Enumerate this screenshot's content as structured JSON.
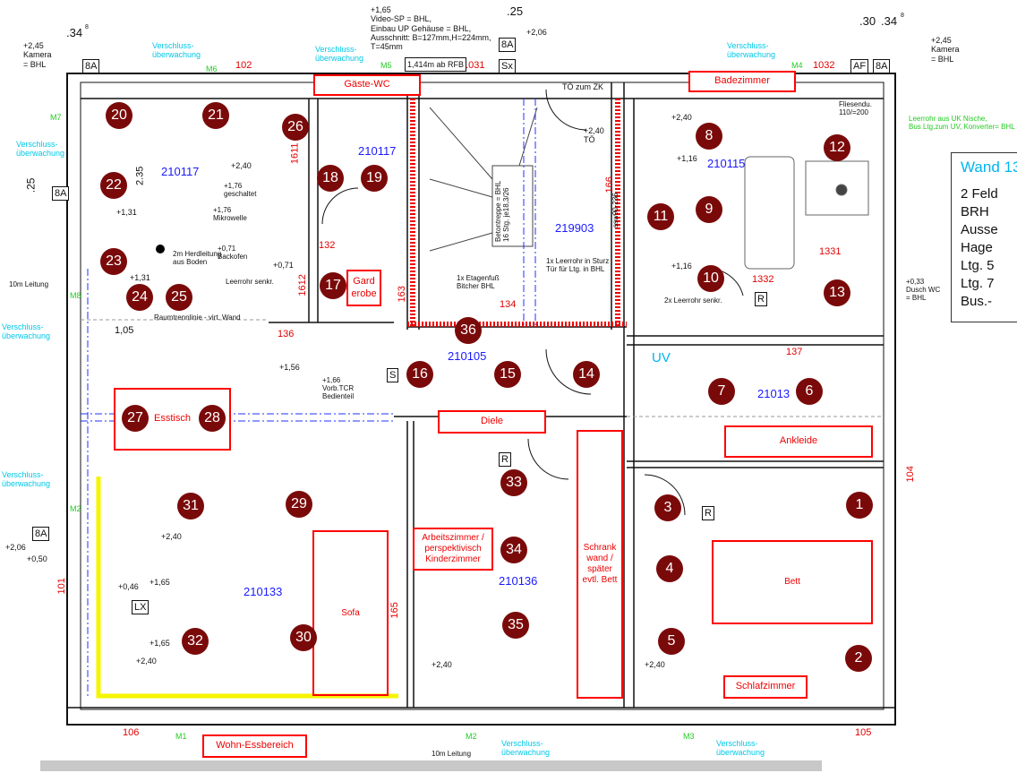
{
  "rooms": {
    "gaeste_wc": "Gäste-WC",
    "badezimmer": "Badezimmer",
    "garderobe": "Gard\nerobe",
    "esstisch": "Esstisch",
    "diele": "Diele",
    "ankleide": "Ankleide",
    "arbeitszimmer": "Arbeitszimmer /\nperspektivisch\nKinderzimmer",
    "schrank": "Schrank\nwand /\nspäter\nevtl. Bett",
    "bett": "Bett",
    "sofa": "Sofa",
    "schlafzimmer": "Schlafzimmer",
    "wohn_ess": "Wohn-Essbereich"
  },
  "room_codes": [
    "210117",
    "210117",
    "210115",
    "219903",
    "210105",
    "21013",
    "210133",
    "210136",
    "UV"
  ],
  "dimensions": [
    "102",
    "1031",
    "1032",
    "106",
    "105",
    "101",
    "104",
    "1,05",
    "2.35",
    ".34",
    "8",
    ".25",
    ".30",
    ".34",
    "8",
    ".25"
  ],
  "markers": [
    "20",
    "21",
    "26",
    "8",
    "12",
    "22",
    "18",
    "19",
    "11",
    "9",
    "23",
    "17",
    "10",
    "13",
    "24",
    "25",
    "36",
    "16",
    "15",
    "14",
    "7",
    "6",
    "27",
    "28",
    "33",
    "31",
    "29",
    "3",
    "1",
    "34",
    "4",
    "30",
    "32",
    "35",
    "5",
    "2"
  ],
  "motor_labels": [
    "M6",
    "M5",
    "M4",
    "M7",
    "M8",
    "M2",
    "M1",
    "M2",
    "M3"
  ],
  "verschluss": "Verschluss-\nüberwachung",
  "annotations": {
    "video": "+1,65\nVideo-SP = BHL,\nEinbau UP Gehäuse = BHL,\nAusschnitt: B=127mm,H=224mm,\nT=45mm",
    "rfb": "1,414m ab RFB",
    "plus206": "+2,06",
    "kamera_left": "+2,45\nKamera\n= BHL",
    "kamera_right": "+2,45\nKamera\n= BHL",
    "toe_zk": "TÖ zum ZK",
    "leerrohr_uk": "Leerrohr aus UK Nische,\nBus Ltg,zum UV, Konverter= BHL",
    "fliesendu": "Fliesendu.\n110/=200",
    "dusch": "+0,33\nDusch WC\n= BHL",
    "treppe": "Betontreppe = BHL\n16 Stg. je18,3/26",
    "sturz": "1x Leerrohr in Sturz\nTür für Ltg. in BHL",
    "herd": "2m Herdleitung\naus Boden",
    "raumtrenn": "Raumtrennlinie - virt. Wand",
    "leitung_left": "10m Leitung",
    "leitung_bottom": "10m Leitung",
    "tcr": "+1,66\nVorb.TCR\nBedienteil",
    "geschaltet": "+1,76\ngeschaltet",
    "mikrowelle": "+1,76\nMikrowelle",
    "backofen": "+0,71\nBackofen",
    "leerrohr_senkr": "Leerrohr senkr.",
    "leerrohr_2x": "2x Leerrohr senkr.",
    "etagen": "1x Etagenfuß\nBitcher BHL",
    "ssw": "ssw90-236",
    "h166": "166",
    "h1611": "1611",
    "h1612": "1612",
    "h132": "132",
    "h134": "134",
    "h136": "136",
    "h137": "137",
    "h1332": "1332",
    "h1331": "1331",
    "h165": "165",
    "h163": "163",
    "p240a": "+2,40",
    "p240b": "+2,40",
    "p240c": "+2,40",
    "p240d": "+2,40",
    "p240e": "+2,40",
    "p240f": "+2,40",
    "p116a": "+1,16",
    "p116b": "+1,16",
    "p131a": "+1,31",
    "p131b": "+1,31",
    "p156": "+1,56",
    "p071": "+0,71",
    "p046": "+0,46",
    "p165a": "+1,65",
    "p165b": "+1,65",
    "p206b": "+2,06",
    "p050": "+0,50",
    "toe": "+2,40\nTÖ"
  },
  "symbols": [
    "8A",
    "8A",
    "Sx",
    "AF",
    "8A",
    "8A",
    "8A",
    "LX",
    "S",
    "R",
    "R",
    "R"
  ],
  "wand_box": {
    "title": "Wand 13",
    "lines": [
      "2 Feld",
      "BRH",
      "Ausse",
      "Hage",
      "Ltg. 5",
      "Ltg. 7",
      "Bus.-"
    ]
  },
  "colors": {
    "wall": "#111111",
    "label_red": "#e00000",
    "marker": "#7a0a0a",
    "room_code": "#1a1aff",
    "highlight": "#f5f500"
  }
}
